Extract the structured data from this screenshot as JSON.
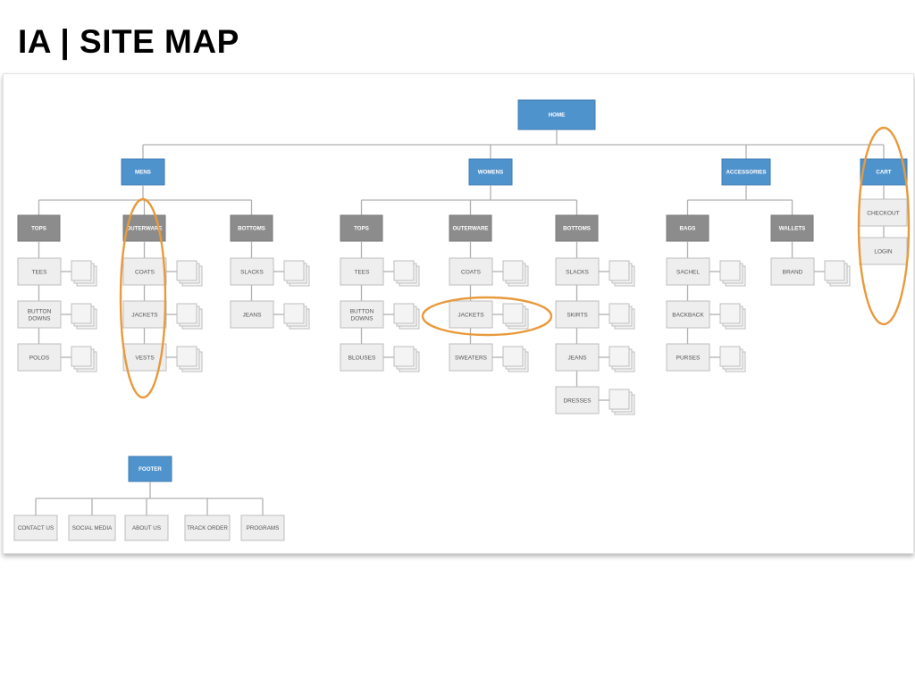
{
  "slide": {
    "title": "IA | SITE MAP"
  },
  "sitemap": {
    "home": "HOME",
    "sections": [
      {
        "label": "MENS",
        "groups": [
          {
            "label": "TOPS",
            "items": [
              "TEES",
              "BUTTON DOWNS",
              "POLOS"
            ]
          },
          {
            "label": "OUTERWARE",
            "items": [
              "COATS",
              "JACKETS",
              "VESTS"
            ],
            "highlighted": true
          },
          {
            "label": "BOTTOMS",
            "items": [
              "SLACKS",
              "JEANS"
            ]
          }
        ]
      },
      {
        "label": "WOMENS",
        "groups": [
          {
            "label": "TOPS",
            "items": [
              "TEES",
              "BUTTON DOWNS",
              "BLOUSES"
            ]
          },
          {
            "label": "OUTERWARE",
            "items": [
              "COATS",
              "JACKETS",
              "SWEATERS"
            ],
            "highlighted_item": "JACKETS"
          },
          {
            "label": "BOTTOMS",
            "items": [
              "SLACKS",
              "SKIRTS",
              "JEANS",
              "DRESSES"
            ]
          }
        ]
      },
      {
        "label": "ACCESSORIES",
        "groups": [
          {
            "label": "BAGS",
            "items": [
              "SACHEL",
              "BACKBACK",
              "PURSES"
            ]
          },
          {
            "label": "WALLETS",
            "items": [
              "BRAND"
            ]
          }
        ]
      },
      {
        "label": "CART",
        "items": [
          "CHECKOUT",
          "LOGIN"
        ],
        "highlighted": true
      }
    ],
    "footer": {
      "label": "FOOTER",
      "items": [
        "CONTACT US",
        "SOCIAL MEDIA",
        "ABOUT US",
        "TRACK ORDER",
        "PROGRAMS"
      ]
    }
  },
  "colors": {
    "section_node": "#4f93cd",
    "group_node": "#8c8c8c",
    "leaf_node": "#eeeeee",
    "connector": "#b0b0b0",
    "highlight": "#e89a3c"
  }
}
